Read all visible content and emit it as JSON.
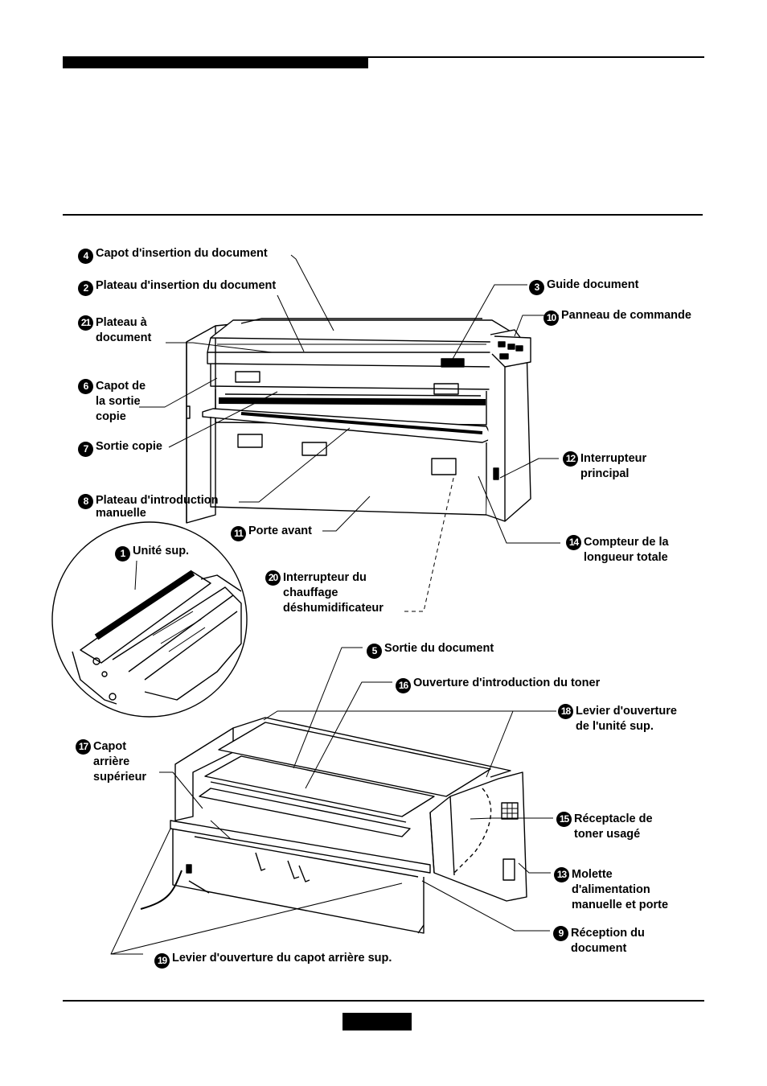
{
  "labels": [
    {
      "id": "capot-insertion",
      "num": "4",
      "text": "Capot d'insertion du document"
    },
    {
      "id": "plateau-insertion",
      "num": "2",
      "text": "Plateau d'insertion du document"
    },
    {
      "id": "plateau-document",
      "num": "21",
      "lines": [
        "Plateau à",
        "document"
      ]
    },
    {
      "id": "capot-sortie",
      "num": "6",
      "lines": [
        "Capot de",
        "la sortie",
        "copie"
      ]
    },
    {
      "id": "sortie-copie",
      "num": "7",
      "text": "Sortie copie"
    },
    {
      "id": "plateau-introduction",
      "num": "8",
      "lines": [
        "Plateau d'introduction",
        "manuelle"
      ]
    },
    {
      "id": "porte-avant",
      "num": "11",
      "text": "Porte avant"
    },
    {
      "id": "unite-sup",
      "num": "1",
      "text": "Unité sup."
    },
    {
      "id": "guide-document",
      "num": "3",
      "text": "Guide document"
    },
    {
      "id": "panneau-commande",
      "num": "10",
      "text": "Panneau de commande"
    },
    {
      "id": "interrupteur-principal",
      "num": "12",
      "lines": [
        "Interrupteur",
        "principal"
      ]
    },
    {
      "id": "compteur-longueur",
      "num": "14",
      "lines": [
        "Compteur de la",
        "longueur totale"
      ]
    },
    {
      "id": "interrupteur-chauffage",
      "num": "20",
      "lines": [
        "Interrupteur du",
        "chauffage",
        "déshumidificateur"
      ]
    },
    {
      "id": "sortie-document",
      "num": "5",
      "text": "Sortie du document"
    },
    {
      "id": "ouverture-toner",
      "num": "16",
      "text": "Ouverture d'introduction du toner"
    },
    {
      "id": "levier-unite-sup",
      "num": "18",
      "lines": [
        "Levier d'ouverture",
        "de l'unité sup."
      ]
    },
    {
      "id": "capot-arriere",
      "num": "17",
      "lines": [
        "Capot",
        "arrière",
        "supérieur"
      ]
    },
    {
      "id": "receptacle-toner",
      "num": "15",
      "lines": [
        "Réceptacle de",
        "toner usagé"
      ]
    },
    {
      "id": "molette-alimentation",
      "num": "13",
      "lines": [
        "Molette",
        "d'alimentation",
        "manuelle et porte"
      ]
    },
    {
      "id": "reception-document",
      "num": "9",
      "lines": [
        "Réception du",
        "document"
      ]
    },
    {
      "id": "levier-capot-arriere",
      "num": "19",
      "text": "Levier d'ouverture du capot arrière sup."
    }
  ]
}
